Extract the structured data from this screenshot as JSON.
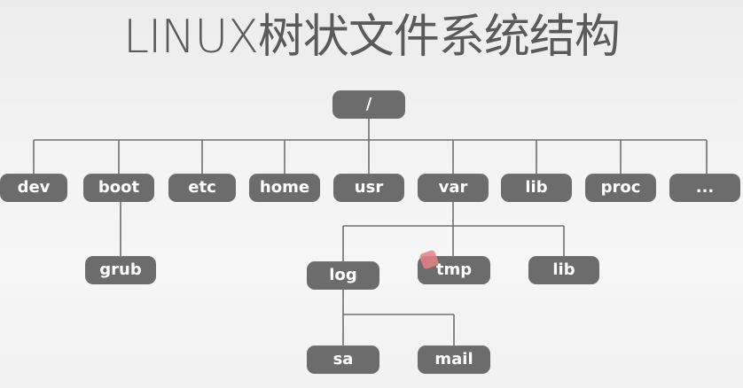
{
  "title": "LINUX树状文件系统结构",
  "tree": {
    "root": "/",
    "level1": [
      "dev",
      "boot",
      "etc",
      "home",
      "usr",
      "var",
      "lib",
      "proc",
      "..."
    ],
    "boot_children": [
      "grub"
    ],
    "var_children": [
      "log",
      "tmp",
      "lib"
    ],
    "log_children": [
      "sa",
      "mail"
    ]
  },
  "colors": {
    "node_fill": "#6c6c6c",
    "node_text": "#ffffff",
    "line": "#707070",
    "title": "#5a5a5a",
    "cursor_marker": "#e38282"
  }
}
